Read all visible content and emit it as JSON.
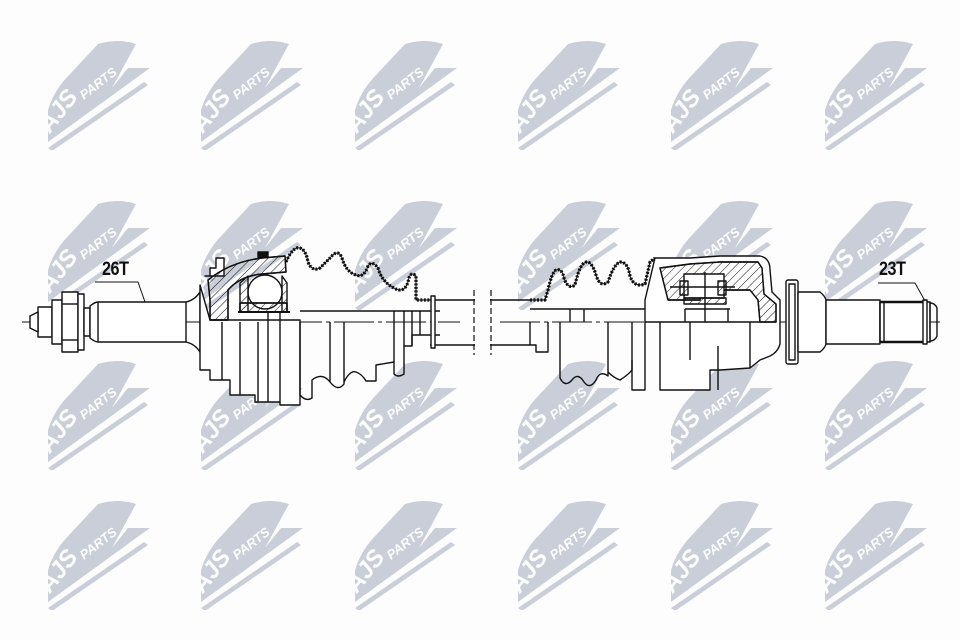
{
  "diagram": {
    "subject": "CV drive shaft assembly (side section view)",
    "labels": {
      "left_spline": "26T",
      "right_spline": "23T"
    },
    "watermark": {
      "brand": "AJS",
      "sub": "PARTS",
      "color": "#c9ced9",
      "columns_x": [
        40,
        193,
        347,
        510,
        663,
        817
      ],
      "rows_y": [
        30,
        190,
        350,
        490
      ]
    },
    "colors": {
      "background": "#fdfdfe",
      "line": "#111111"
    }
  }
}
